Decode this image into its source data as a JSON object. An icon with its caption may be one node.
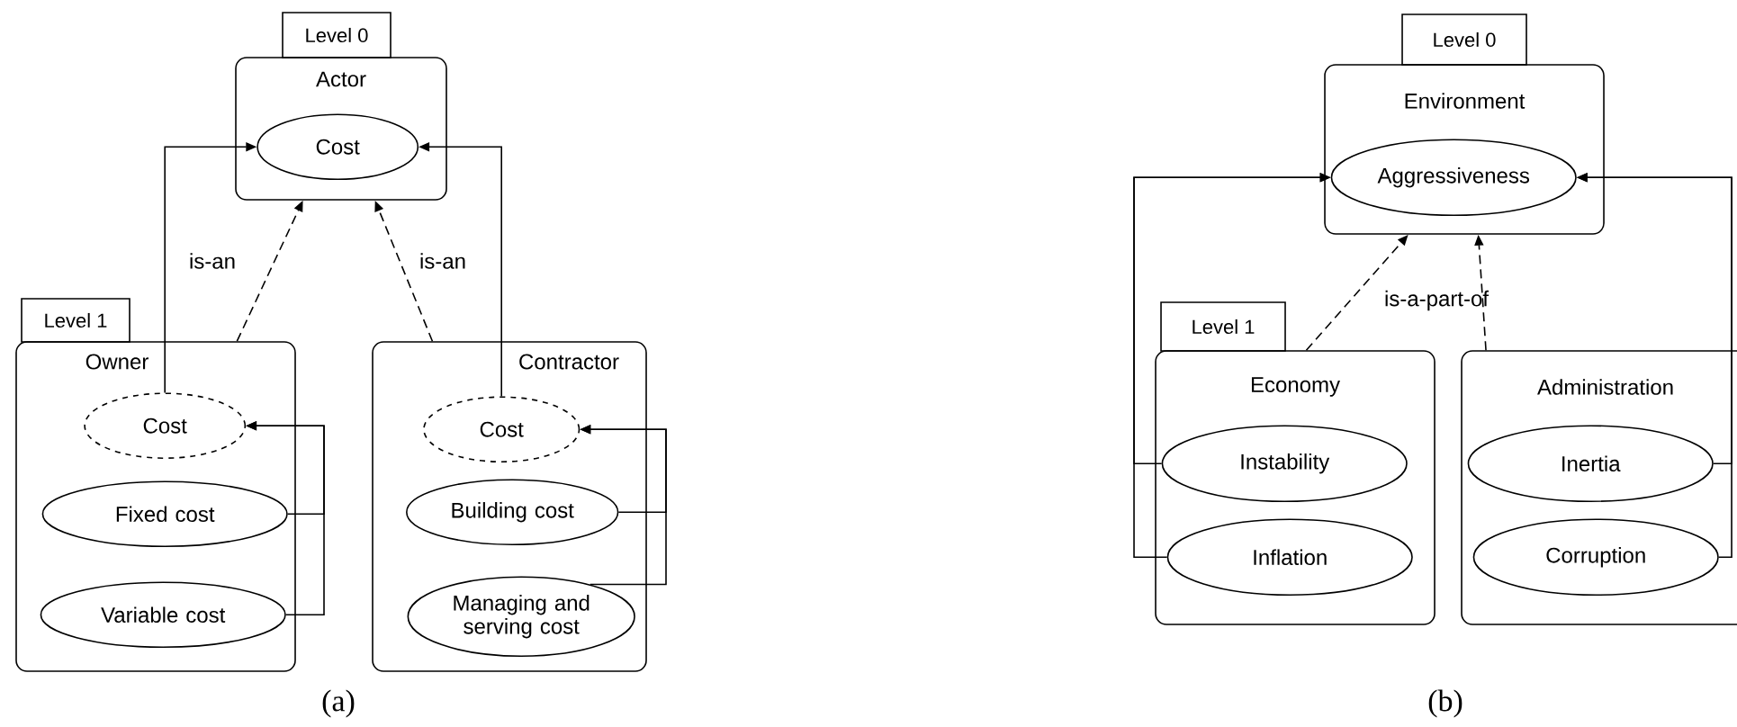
{
  "diagram": {
    "nodes": [
      {
        "text": [
          "Level 0"
        ]
      },
      {
        "text": [
          "Actor"
        ]
      },
      {
        "text": [
          "Cost"
        ],
        "in": 1
      },
      {
        "text": [
          "Level 1"
        ]
      },
      {
        "text": [
          "Owner"
        ]
      },
      {
        "text": [
          "Cost"
        ],
        "in": 4
      },
      {
        "text": [
          "Fixed cost"
        ],
        "in": 4
      },
      {
        "text": [
          "Variable cost"
        ],
        "in": 4
      },
      {
        "text": [
          "Contractor"
        ]
      },
      {
        "text": [
          "Cost"
        ],
        "in": 8
      },
      {
        "text": [
          "Building cost"
        ],
        "in": 8
      },
      {
        "text": [
          "Managing and serving cost"
        ],
        "in": 8
      },
      {
        "text": [
          "Level 0"
        ]
      },
      {
        "text": [
          "Environment"
        ]
      },
      {
        "text": [
          "Aggressiveness"
        ],
        "in": 13
      },
      {
        "text": [
          "Level 1"
        ]
      },
      {
        "text": [
          "Economy"
        ]
      },
      {
        "text": [
          "Instability"
        ],
        "in": 16
      },
      {
        "text": [
          "Inflation"
        ],
        "in": 16
      },
      {
        "text": [
          "Administration"
        ]
      },
      {
        "text": [
          "Inertia"
        ],
        "in": 19
      },
      {
        "text": [
          "Corruption"
        ],
        "in": 19
      }
    ],
    "edges": [
      {
        "from": 5,
        "to": 2,
        "arrow": "to"
      },
      {
        "from": 9,
        "to": 2,
        "arrow": "to"
      },
      {
        "from": 4,
        "to": 1,
        "arrow": "to",
        "style": "dashed",
        "label": "is-an"
      },
      {
        "from": 8,
        "to": 1,
        "arrow": "to",
        "style": "dashed",
        "label": "is-an"
      },
      {
        "from": 6,
        "to": 5,
        "arrow": "to"
      },
      {
        "from": 7,
        "to": 5,
        "arrow": "to"
      },
      {
        "from": 10,
        "to": 9,
        "arrow": "to"
      },
      {
        "from": 11,
        "to": 9,
        "arrow": "to"
      },
      {
        "from": 16,
        "to": 13,
        "arrow": "to",
        "style": "dashed",
        "label": "is-a-part-of"
      },
      {
        "from": 19,
        "to": 13,
        "arrow": "to",
        "style": "dashed"
      },
      {
        "from": 17,
        "to": 14,
        "arrow": "to"
      },
      {
        "from": 18,
        "to": 14,
        "arrow": "to"
      },
      {
        "from": 20,
        "to": 14,
        "arrow": "to"
      },
      {
        "from": 21,
        "to": 14,
        "arrow": "to"
      }
    ],
    "labels": [
      "(a)",
      "(b)"
    ]
  }
}
